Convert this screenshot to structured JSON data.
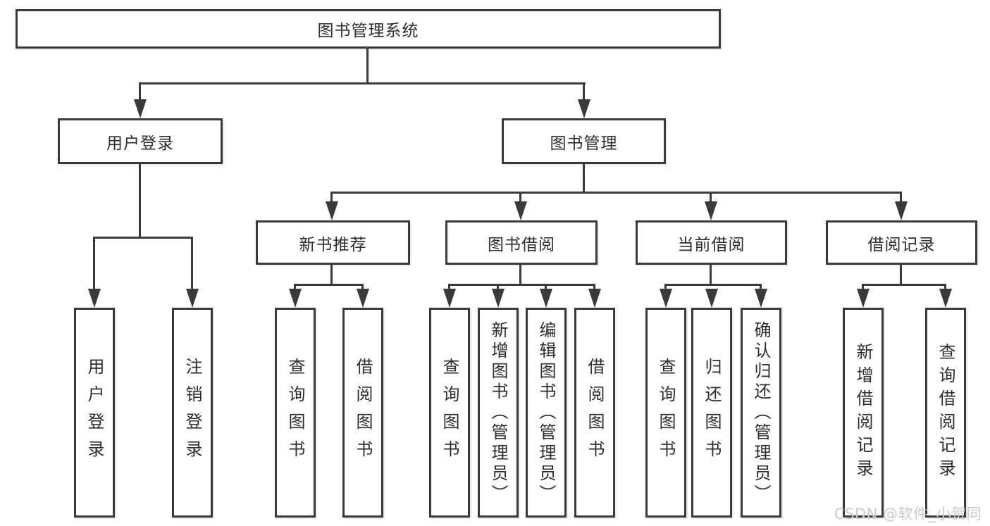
{
  "tree": {
    "root": {
      "label": "图书管理系统"
    },
    "branches": [
      {
        "label": "用户登录",
        "children": [
          {
            "label": "用户登录"
          },
          {
            "label": "注销登录"
          }
        ]
      },
      {
        "label": "图书管理",
        "children": [
          {
            "label": "新书推荐",
            "children": [
              {
                "label": "查询图书"
              },
              {
                "label": "借阅图书"
              }
            ]
          },
          {
            "label": "图书借阅",
            "children": [
              {
                "label": "查询图书"
              },
              {
                "label": "新增图书（管理员）"
              },
              {
                "label": "编辑图书（管理员）"
              },
              {
                "label": "借阅图书"
              }
            ]
          },
          {
            "label": "当前借阅",
            "children": [
              {
                "label": "查询图书"
              },
              {
                "label": "归还图书"
              },
              {
                "label": "确认归还（管理员）"
              }
            ]
          },
          {
            "label": "借阅记录",
            "children": [
              {
                "label": "新增借阅记录"
              },
              {
                "label": "查询借阅记录"
              }
            ]
          }
        ]
      }
    ]
  },
  "watermark": {
    "text": "CSDN @软件_小贺同学"
  },
  "colors": {
    "line": "#3a3a3a",
    "box_border": "#3a3a3a",
    "text": "#2d2d2d",
    "background": "#ffffff",
    "watermark": "#c7cacf"
  }
}
